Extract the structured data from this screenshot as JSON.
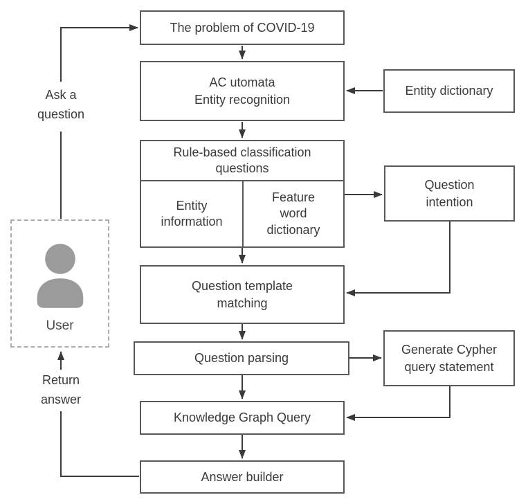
{
  "diagram": {
    "nodes": {
      "problem": {
        "label": "The problem of COVID-19"
      },
      "ac_recognition": {
        "label": "AC utomata\nEntity recognition"
      },
      "entity_dictionary": {
        "label": "Entity dictionary"
      },
      "rule_classification": {
        "header": "Rule-based classification\nquestions",
        "cell_left": "Entity\ninformation",
        "cell_right": "Feature\nword\ndictionary"
      },
      "question_intention": {
        "label": "Question\nintention"
      },
      "template_matching": {
        "label": "Question template\nmatching"
      },
      "question_parsing": {
        "label": "Question parsing"
      },
      "generate_cypher": {
        "label": "Generate Cypher\nquery statement"
      },
      "kg_query": {
        "label": "Knowledge Graph Query"
      },
      "answer_builder": {
        "label": "Answer builder"
      }
    },
    "actor": {
      "label": "User",
      "icon": "person-icon"
    },
    "edge_labels": {
      "ask": "Ask a\nquestion",
      "return": "Return\nanswer"
    },
    "colors": {
      "line": "#3a3a3a",
      "border": "#595959",
      "text": "#3a3a3a",
      "icon_gray": "#9b9b9b",
      "dashed_border": "#ababab"
    }
  }
}
